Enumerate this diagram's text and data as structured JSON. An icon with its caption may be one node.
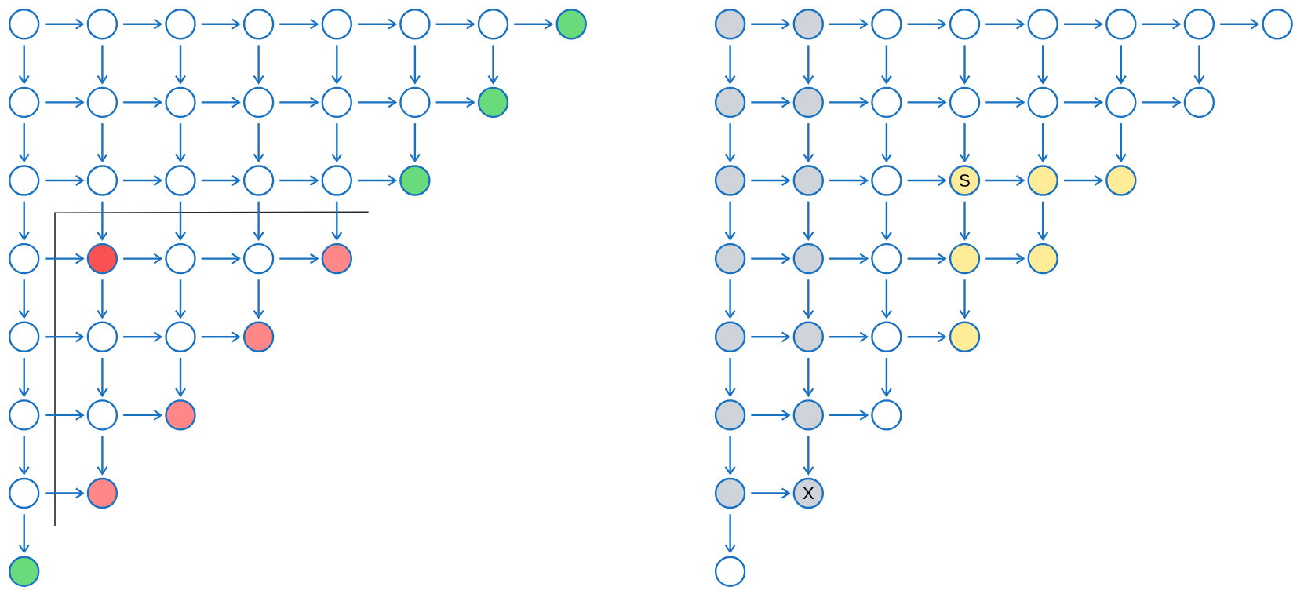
{
  "diagram": {
    "nodes": [
      {
        "text": [],
        "shape": "circle"
      },
      {
        "text": [],
        "shape": "circle"
      },
      {
        "text": [],
        "shape": "circle"
      },
      {
        "text": [],
        "shape": "circle"
      },
      {
        "text": [],
        "shape": "circle"
      },
      {
        "text": [],
        "shape": "circle"
      },
      {
        "text": [],
        "shape": "circle"
      },
      {
        "text": [],
        "shape": "circle"
      },
      {
        "text": [],
        "shape": "circle"
      },
      {
        "text": [],
        "shape": "circle"
      },
      {
        "text": [],
        "shape": "circle"
      },
      {
        "text": [],
        "shape": "circle"
      },
      {
        "text": [],
        "shape": "circle"
      },
      {
        "text": [],
        "shape": "circle"
      },
      {
        "text": [],
        "shape": "circle"
      },
      {
        "text": [],
        "shape": "circle"
      },
      {
        "text": [],
        "shape": "circle"
      },
      {
        "text": [],
        "shape": "circle"
      },
      {
        "text": [],
        "shape": "circle"
      },
      {
        "text": [],
        "shape": "circle"
      },
      {
        "text": [],
        "shape": "circle"
      },
      {
        "text": [],
        "shape": "circle"
      },
      {
        "text": [],
        "shape": "circle"
      },
      {
        "text": [],
        "shape": "circle"
      },
      {
        "text": [],
        "shape": "circle"
      },
      {
        "text": [],
        "shape": "circle"
      },
      {
        "text": [],
        "shape": "circle"
      },
      {
        "text": [],
        "shape": "circle"
      },
      {
        "text": [],
        "shape": "circle"
      },
      {
        "text": [],
        "shape": "circle"
      },
      {
        "text": [],
        "shape": "circle"
      },
      {
        "text": [],
        "shape": "circle"
      },
      {
        "text": [],
        "shape": "circle"
      },
      {
        "text": [],
        "shape": "circle"
      },
      {
        "text": [],
        "shape": "circle"
      },
      {
        "text": [],
        "shape": "circle"
      },
      {
        "text": [],
        "shape": "circle"
      },
      {
        "text": [],
        "shape": "circle"
      },
      {
        "text": [],
        "shape": "circle"
      },
      {
        "text": [],
        "shape": "circle"
      },
      {
        "text": [],
        "shape": "circle"
      },
      {
        "text": [],
        "shape": "circle"
      },
      {
        "text": [],
        "shape": "circle"
      },
      {
        "text": [],
        "shape": "circle"
      },
      {
        "text": [],
        "shape": "circle"
      },
      {
        "text": [],
        "shape": "circle"
      },
      {
        "text": [],
        "shape": "circle"
      },
      {
        "text": [],
        "shape": "circle"
      },
      {
        "text": [],
        "shape": "circle"
      },
      {
        "text": [],
        "shape": "circle"
      },
      {
        "text": [],
        "shape": "circle"
      },
      {
        "text": [],
        "shape": "circle"
      },
      {
        "text": [],
        "shape": "circle"
      },
      {
        "text": [],
        "shape": "circle"
      },
      {
        "text": [
          "S"
        ]
      },
      {
        "text": [],
        "shape": "circle"
      },
      {
        "text": [],
        "shape": "circle"
      },
      {
        "text": [],
        "shape": "circle"
      },
      {
        "text": [],
        "shape": "circle"
      },
      {
        "text": [],
        "shape": "circle"
      },
      {
        "text": [],
        "shape": "circle"
      },
      {
        "text": [],
        "shape": "circle"
      },
      {
        "text": [],
        "shape": "circle"
      },
      {
        "text": [],
        "shape": "circle"
      },
      {
        "text": [],
        "shape": "circle"
      },
      {
        "text": [],
        "shape": "circle"
      },
      {
        "text": [],
        "shape": "circle"
      },
      {
        "text": [],
        "shape": "circle"
      },
      {
        "text": [],
        "shape": "circle"
      },
      {
        "text": [],
        "shape": "circle"
      },
      {
        "text": [
          "X"
        ]
      },
      {
        "text": [],
        "shape": "circle"
      }
    ],
    "edges": [
      {
        "from": 0,
        "to": 1,
        "arrow": "to"
      },
      {
        "from": 1,
        "to": 2,
        "arrow": "to"
      },
      {
        "from": 2,
        "to": 3,
        "arrow": "to"
      },
      {
        "from": 3,
        "to": 4,
        "arrow": "to"
      },
      {
        "from": 4,
        "to": 5,
        "arrow": "to"
      },
      {
        "from": 5,
        "to": 6,
        "arrow": "to"
      },
      {
        "from": 6,
        "to": 7,
        "arrow": "to"
      },
      {
        "from": 8,
        "to": 9,
        "arrow": "to"
      },
      {
        "from": 9,
        "to": 10,
        "arrow": "to"
      },
      {
        "from": 10,
        "to": 11,
        "arrow": "to"
      },
      {
        "from": 11,
        "to": 12,
        "arrow": "to"
      },
      {
        "from": 12,
        "to": 13,
        "arrow": "to"
      },
      {
        "from": 13,
        "to": 14,
        "arrow": "to"
      },
      {
        "from": 15,
        "to": 16,
        "arrow": "to"
      },
      {
        "from": 16,
        "to": 17,
        "arrow": "to"
      },
      {
        "from": 17,
        "to": 18,
        "arrow": "to"
      },
      {
        "from": 18,
        "to": 19,
        "arrow": "to"
      },
      {
        "from": 19,
        "to": 20,
        "arrow": "to"
      },
      {
        "from": 21,
        "to": 22,
        "arrow": "to"
      },
      {
        "from": 22,
        "to": 23,
        "arrow": "to"
      },
      {
        "from": 23,
        "to": 24,
        "arrow": "to"
      },
      {
        "from": 24,
        "to": 25,
        "arrow": "to"
      },
      {
        "from": 26,
        "to": 27,
        "arrow": "to"
      },
      {
        "from": 27,
        "to": 28,
        "arrow": "to"
      },
      {
        "from": 28,
        "to": 29,
        "arrow": "to"
      },
      {
        "from": 30,
        "to": 31,
        "arrow": "to"
      },
      {
        "from": 31,
        "to": 32,
        "arrow": "to"
      },
      {
        "from": 33,
        "to": 34,
        "arrow": "to"
      },
      {
        "from": 0,
        "to": 8,
        "arrow": "to"
      },
      {
        "from": 1,
        "to": 9,
        "arrow": "to"
      },
      {
        "from": 2,
        "to": 10,
        "arrow": "to"
      },
      {
        "from": 3,
        "to": 11,
        "arrow": "to"
      },
      {
        "from": 4,
        "to": 12,
        "arrow": "to"
      },
      {
        "from": 5,
        "to": 13,
        "arrow": "to"
      },
      {
        "from": 6,
        "to": 14,
        "arrow": "to"
      },
      {
        "from": 8,
        "to": 15,
        "arrow": "to"
      },
      {
        "from": 9,
        "to": 16,
        "arrow": "to"
      },
      {
        "from": 10,
        "to": 17,
        "arrow": "to"
      },
      {
        "from": 11,
        "to": 18,
        "arrow": "to"
      },
      {
        "from": 12,
        "to": 19,
        "arrow": "to"
      },
      {
        "from": 13,
        "to": 20,
        "arrow": "to"
      },
      {
        "from": 15,
        "to": 21,
        "arrow": "to"
      },
      {
        "from": 16,
        "to": 22,
        "arrow": "to"
      },
      {
        "from": 17,
        "to": 23,
        "arrow": "to"
      },
      {
        "from": 18,
        "to": 24,
        "arrow": "to"
      },
      {
        "from": 19,
        "to": 25,
        "arrow": "to"
      },
      {
        "from": 21,
        "to": 26,
        "arrow": "to"
      },
      {
        "from": 22,
        "to": 27,
        "arrow": "to"
      },
      {
        "from": 23,
        "to": 28,
        "arrow": "to"
      },
      {
        "from": 24,
        "to": 29,
        "arrow": "to"
      },
      {
        "from": 26,
        "to": 30,
        "arrow": "to"
      },
      {
        "from": 27,
        "to": 31,
        "arrow": "to"
      },
      {
        "from": 28,
        "to": 32,
        "arrow": "to"
      },
      {
        "from": 30,
        "to": 33,
        "arrow": "to"
      },
      {
        "from": 31,
        "to": 34,
        "arrow": "to"
      },
      {
        "from": 33,
        "to": 35,
        "arrow": "to"
      },
      {
        "from": 36,
        "to": 37,
        "arrow": "to"
      },
      {
        "from": 37,
        "to": 38,
        "arrow": "to"
      },
      {
        "from": 38,
        "to": 39,
        "arrow": "to"
      },
      {
        "from": 39,
        "to": 40,
        "arrow": "to"
      },
      {
        "from": 40,
        "to": 41,
        "arrow": "to"
      },
      {
        "from": 41,
        "to": 42,
        "arrow": "to"
      },
      {
        "from": 42,
        "to": 43,
        "arrow": "to"
      },
      {
        "from": 44,
        "to": 45,
        "arrow": "to"
      },
      {
        "from": 45,
        "to": 46,
        "arrow": "to"
      },
      {
        "from": 46,
        "to": 47,
        "arrow": "to"
      },
      {
        "from": 47,
        "to": 48,
        "arrow": "to"
      },
      {
        "from": 48,
        "to": 49,
        "arrow": "to"
      },
      {
        "from": 49,
        "to": 50,
        "arrow": "to"
      },
      {
        "from": 51,
        "to": 52,
        "arrow": "to"
      },
      {
        "from": 52,
        "to": 53,
        "arrow": "to"
      },
      {
        "from": 53,
        "to": 54,
        "arrow": "to"
      },
      {
        "from": 54,
        "to": 55,
        "arrow": "to"
      },
      {
        "from": 55,
        "to": 56,
        "arrow": "to"
      },
      {
        "from": 57,
        "to": 58,
        "arrow": "to"
      },
      {
        "from": 58,
        "to": 59,
        "arrow": "to"
      },
      {
        "from": 59,
        "to": 60,
        "arrow": "to"
      },
      {
        "from": 60,
        "to": 61,
        "arrow": "to"
      },
      {
        "from": 62,
        "to": 63,
        "arrow": "to"
      },
      {
        "from": 63,
        "to": 64,
        "arrow": "to"
      },
      {
        "from": 64,
        "to": 65,
        "arrow": "to"
      },
      {
        "from": 66,
        "to": 67,
        "arrow": "to"
      },
      {
        "from": 67,
        "to": 68,
        "arrow": "to"
      },
      {
        "from": 69,
        "to": 70,
        "arrow": "to"
      },
      {
        "from": 36,
        "to": 44,
        "arrow": "to"
      },
      {
        "from": 37,
        "to": 45,
        "arrow": "to"
      },
      {
        "from": 38,
        "to": 46,
        "arrow": "to"
      },
      {
        "from": 39,
        "to": 47,
        "arrow": "to"
      },
      {
        "from": 40,
        "to": 48,
        "arrow": "to"
      },
      {
        "from": 41,
        "to": 49,
        "arrow": "to"
      },
      {
        "from": 42,
        "to": 50,
        "arrow": "to"
      },
      {
        "from": 44,
        "to": 51,
        "arrow": "to"
      },
      {
        "from": 45,
        "to": 52,
        "arrow": "to"
      },
      {
        "from": 46,
        "to": 53,
        "arrow": "to"
      },
      {
        "from": 47,
        "to": 54,
        "arrow": "to"
      },
      {
        "from": 48,
        "to": 55,
        "arrow": "to"
      },
      {
        "from": 49,
        "to": 56,
        "arrow": "to"
      },
      {
        "from": 51,
        "to": 57,
        "arrow": "to"
      },
      {
        "from": 52,
        "to": 58,
        "arrow": "to"
      },
      {
        "from": 53,
        "to": 59,
        "arrow": "to"
      },
      {
        "from": 54,
        "to": 60,
        "arrow": "to"
      },
      {
        "from": 55,
        "to": 61,
        "arrow": "to"
      },
      {
        "from": 57,
        "to": 62,
        "arrow": "to"
      },
      {
        "from": 58,
        "to": 63,
        "arrow": "to"
      },
      {
        "from": 59,
        "to": 64,
        "arrow": "to"
      },
      {
        "from": 60,
        "to": 65,
        "arrow": "to"
      },
      {
        "from": 62,
        "to": 66,
        "arrow": "to"
      },
      {
        "from": 63,
        "to": 67,
        "arrow": "to"
      },
      {
        "from": 64,
        "to": 68,
        "arrow": "to"
      },
      {
        "from": 66,
        "to": 69,
        "arrow": "to"
      },
      {
        "from": 67,
        "to": 70,
        "arrow": "to"
      },
      {
        "from": 69,
        "to": 71,
        "arrow": "to"
      }
    ]
  }
}
